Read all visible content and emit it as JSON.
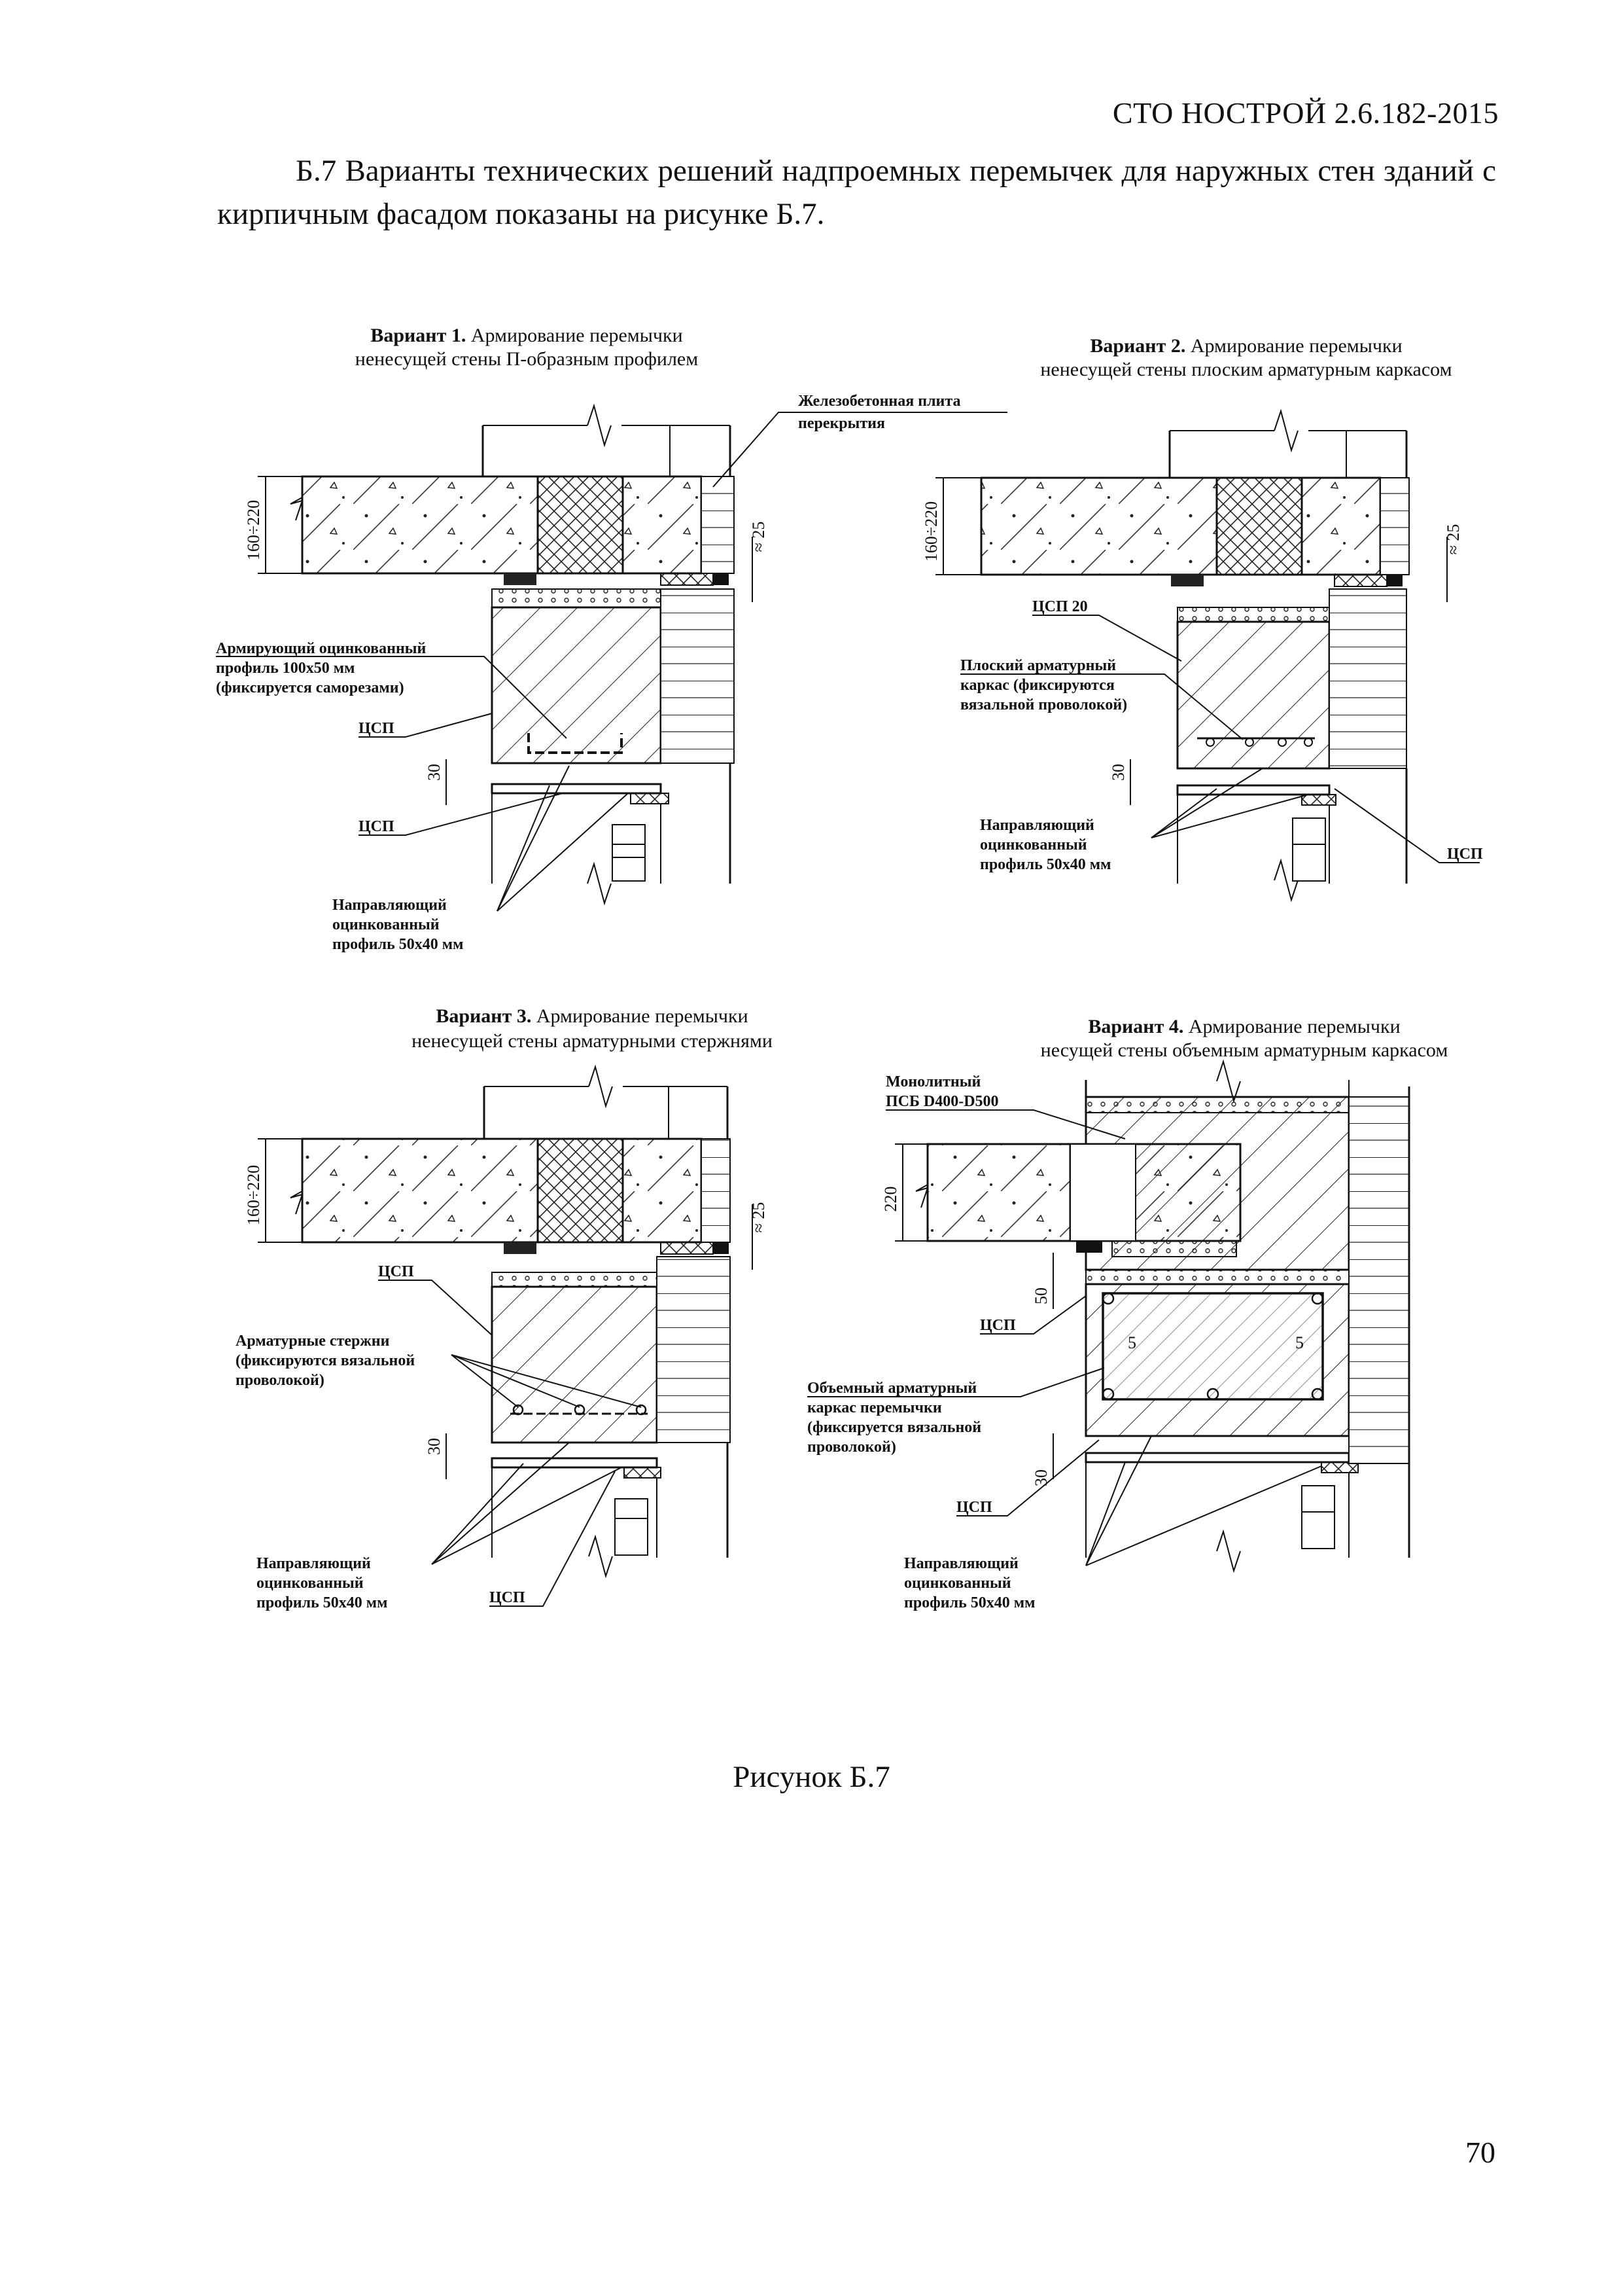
{
  "header": {
    "doc_code": "СТО НОСТРОЙ 2.6.182-2015"
  },
  "intro": {
    "text": "Б.7 Варианты технических решений надпроемных перемычек для наружных стен зданий с кирпичным фасадом показаны на рисунке Б.7."
  },
  "figure": {
    "caption": "Рисунок Б.7",
    "variants": [
      {
        "title_bold": "Вариант 1.",
        "title_line1": "Армирование перемычки",
        "title_line2": "ненесущей стены П-образным профилем",
        "labels": {
          "slab_1": "Железобетонная плита",
          "slab_2": "перекрытия",
          "profile_1": "Армирующий оцинкованный",
          "profile_2": "профиль 100х50 мм",
          "profile_3": "(фиксируется саморезами)",
          "tsp_a": "ЦСП",
          "tsp_b": "ЦСП",
          "guide_1": "Направляющий",
          "guide_2": "оцинкованный",
          "guide_3": "профиль 50х40 мм",
          "dim_h": "160÷220",
          "dim_25": "≈ 25",
          "dim_30": "30"
        }
      },
      {
        "title_bold": "Вариант 2.",
        "title_line1": "Армирование перемычки",
        "title_line2": "ненесущей стены плоским арматурным каркасом",
        "labels": {
          "tsp20": "ЦСП 20",
          "frame_1": "Плоский арматурный",
          "frame_2": "каркас (фиксируются",
          "frame_3": "вязальной проволокой)",
          "guide_1": "Направляющий",
          "guide_2": "оцинкованный",
          "guide_3": "профиль 50х40 мм",
          "tsp": "ЦСП",
          "dim_h": "160÷220",
          "dim_25": "≈ 25",
          "dim_30": "30"
        }
      },
      {
        "title_bold": "Вариант 3.",
        "title_line1": "Армирование перемычки",
        "title_line2": "ненесущей стены арматурными стержнями",
        "labels": {
          "tsp_a": "ЦСП",
          "bars_1": "Арматурные стержни",
          "bars_2": "(фиксируются вязальной",
          "bars_3": "проволокой)",
          "guide_1": "Направляющий",
          "guide_2": "оцинкованный",
          "guide_3": "профиль 50х40 мм",
          "tsp_b": "ЦСП",
          "dim_h": "160÷220",
          "dim_25": "≈ 25",
          "dim_30": "30"
        }
      },
      {
        "title_bold": "Вариант 4.",
        "title_line1": "Армирование перемычки",
        "title_line2": "несущей стены объемным арматурным каркасом",
        "labels": {
          "mono_1": "Монолитный",
          "mono_2": "ПСБ D400-D500",
          "tsp_a": "ЦСП",
          "frame_1": "Объемный арматурный",
          "frame_2": "каркас перемычки",
          "frame_3": "(фиксируется вязальной",
          "frame_4": "проволокой)",
          "tsp_b": "ЦСП",
          "guide_1": "Направляющий",
          "guide_2": "оцинкованный",
          "guide_3": "профиль 50х40 мм",
          "dim_220": "220",
          "dim_50": "50",
          "dim_30": "30",
          "dim_5a": "5",
          "dim_5b": "5"
        }
      }
    ]
  },
  "page": {
    "number": "70"
  }
}
